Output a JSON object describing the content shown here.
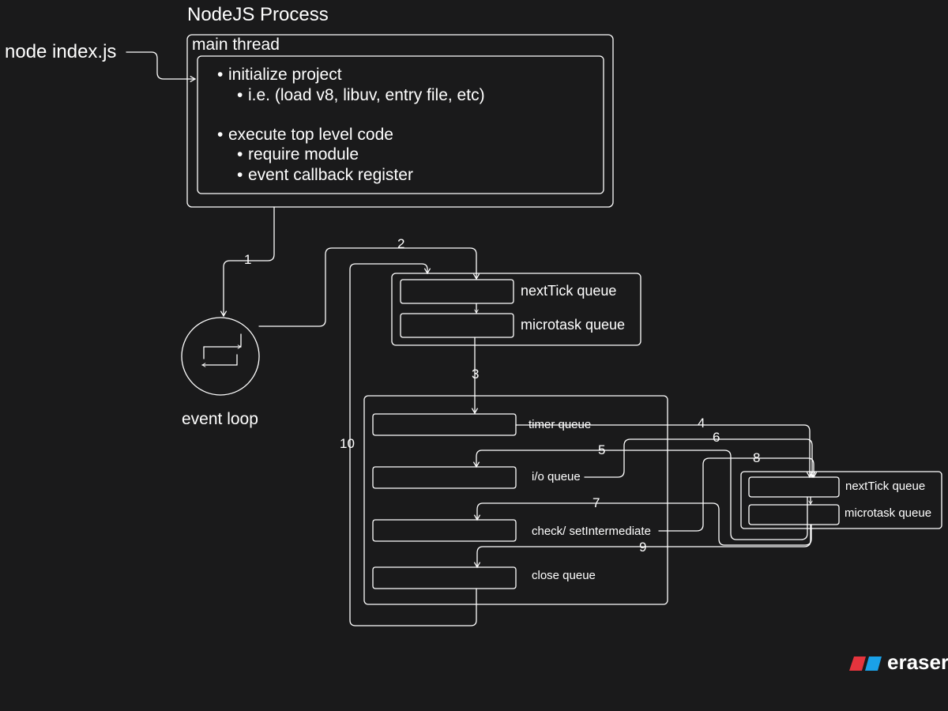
{
  "diagram": {
    "title": "NodeJS Process",
    "command": "node index.js",
    "main_thread": {
      "label": "main thread",
      "items": [
        {
          "text": "initialize project",
          "sub": [
            "i.e. (load v8, libuv, entry file, etc)"
          ]
        },
        {
          "text": "execute top level code",
          "sub": [
            "require module",
            "event callback register"
          ]
        }
      ]
    },
    "event_loop_label": "event loop",
    "top_queues": [
      "nextTick queue",
      "microtask queue"
    ],
    "phases": [
      "timer queue",
      "i/o queue",
      "check/ setIntermediate",
      "close queue"
    ],
    "side_queues": [
      "nextTick queue",
      "microtask queue"
    ],
    "steps": [
      "1",
      "2",
      "3",
      "4",
      "5",
      "6",
      "7",
      "8",
      "9",
      "10"
    ]
  },
  "brand": {
    "name": "eraser",
    "colors": {
      "red": "#e5343d",
      "blue": "#1aa1e8",
      "background": "#1a1a1b",
      "stroke": "#ffffff"
    }
  }
}
